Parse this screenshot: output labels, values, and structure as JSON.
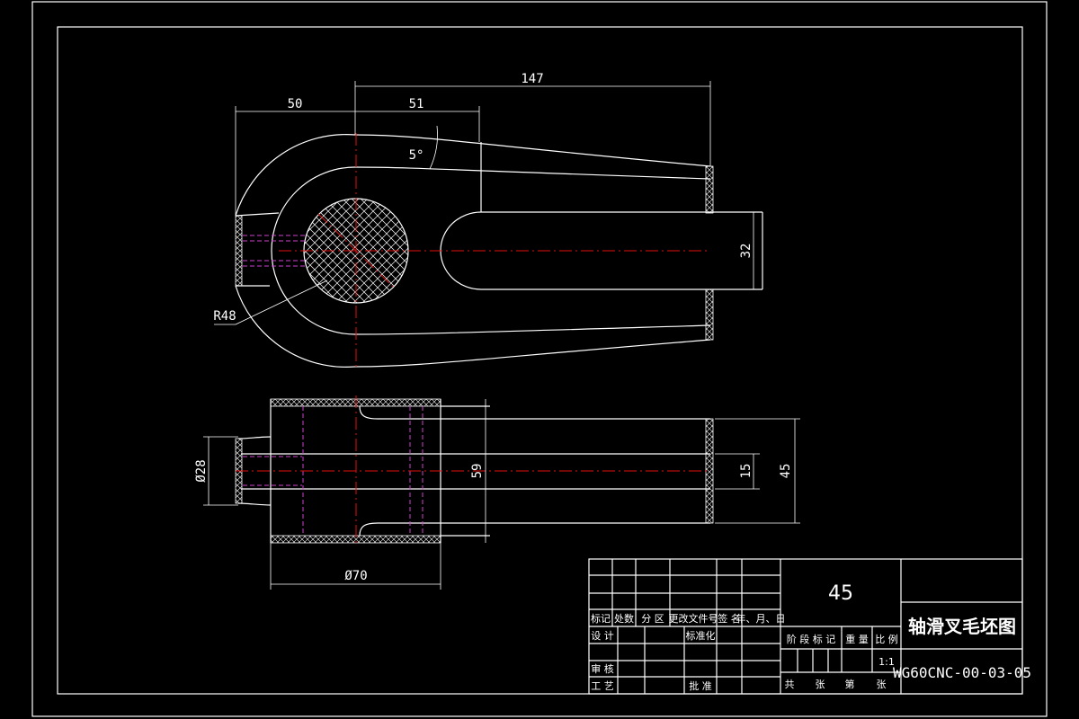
{
  "dimensions": {
    "d147": "147",
    "d50": "50",
    "d51": "51",
    "angle": "5°",
    "d32": "32",
    "r48": "R48",
    "dia28": "Ø28",
    "d59": "59",
    "d15": "15",
    "d45": "45",
    "dia70": "Ø70"
  },
  "title_block": {
    "material": "45",
    "drawing_name": "轴滑叉毛坯图",
    "drawing_number": "WG60CNC-00-03-05",
    "scale": "1:1",
    "rev_headers": [
      "标记",
      "处数",
      "分 区",
      "更改文件号",
      "签 名",
      "年、月、日"
    ],
    "design": "设 计",
    "standardization": "标准化",
    "review": "审 核",
    "process": "工 艺",
    "approve": "批 准",
    "stage_mark": "阶 段 标 记",
    "weight": "重 量",
    "ratio": "比 例",
    "total_sheets": "共",
    "sheet_word": "张",
    "sheet_no": "第",
    "sheet_word2": "张"
  },
  "colors": {
    "background": "#000000",
    "line": "#ffffff",
    "center_line": "#e01010",
    "hidden_line": "#d040d0"
  }
}
